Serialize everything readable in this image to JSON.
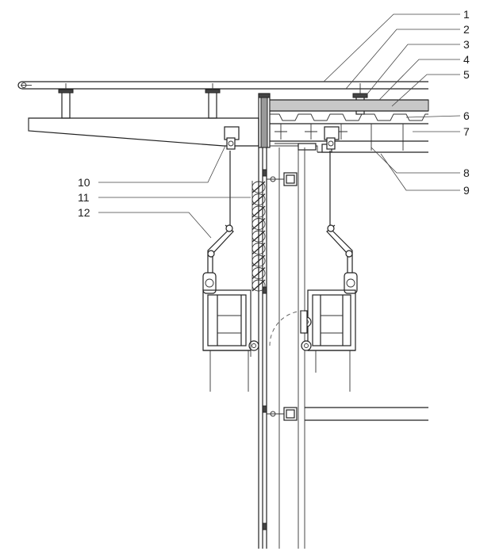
{
  "callouts": {
    "c1": "1",
    "c2": "2",
    "c3": "3",
    "c4": "4",
    "c5": "5",
    "c6": "6",
    "c7": "7",
    "c8": "8",
    "c9": "9",
    "c10": "10",
    "c11": "11",
    "c12": "12"
  },
  "colors": {
    "line": "#222222",
    "hatch": "#9a9a9a",
    "background": "#ffffff"
  }
}
